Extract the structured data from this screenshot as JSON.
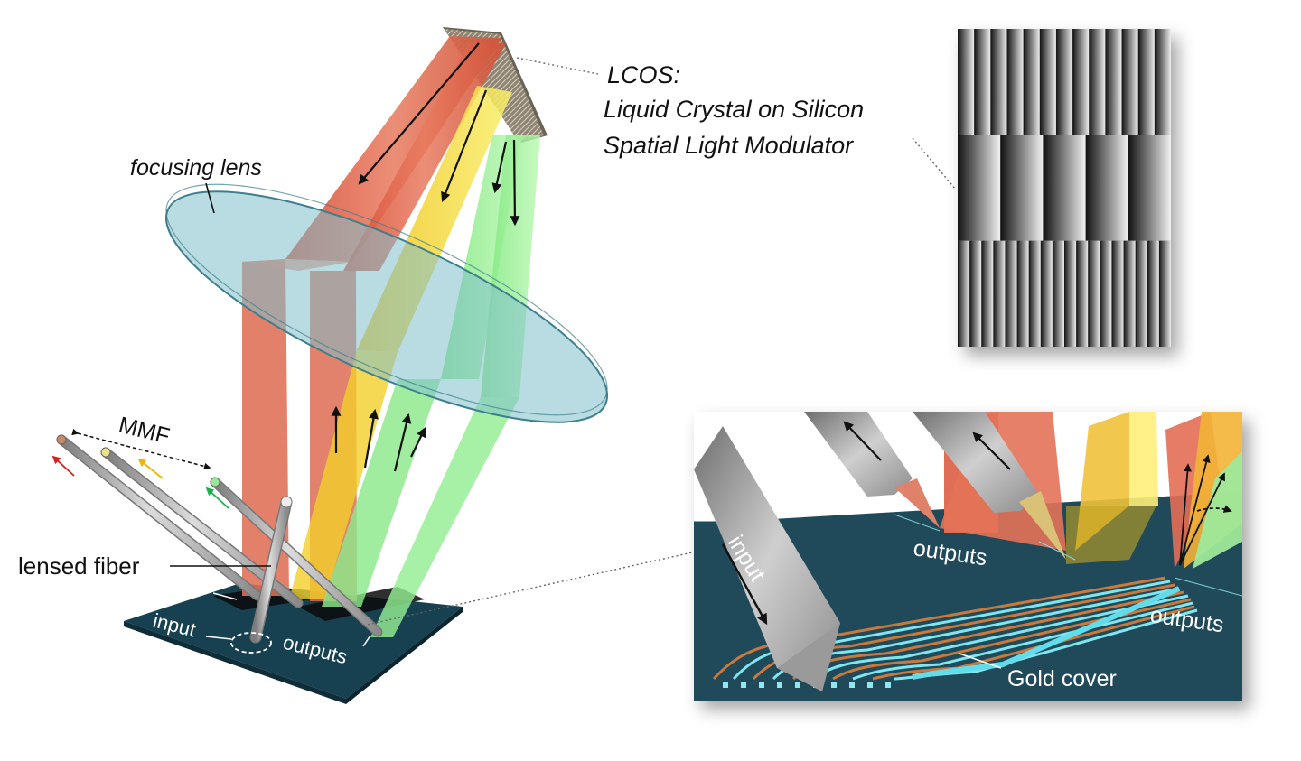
{
  "labels": {
    "lcos_title": "LCOS:",
    "lcos_line1": "Liquid Crystal on Silicon",
    "lcos_line2": "Spatial Light Modulator",
    "focusing_lens": "focusing lens",
    "mmf": "MMF",
    "lensed_fiber": "lensed fiber",
    "input": "input",
    "outputs": "outputs"
  },
  "inset": {
    "input": "input",
    "outputs_top": "outputs",
    "outputs_right": "outputs",
    "gold_cover": "Gold cover"
  },
  "colors": {
    "beam_red": "#e2664a",
    "beam_yellow": "#f2dc2c",
    "beam_green": "#8eef8e",
    "lens": "#7fc3cf",
    "chip": "#1f4a5c",
    "fiber": "#a9a9a9",
    "gold": "#c8793b",
    "waveguide": "#7fe6ef"
  },
  "slm_pattern": {
    "bands": [
      {
        "stripes": 13
      },
      {
        "stripes": 5
      },
      {
        "stripes": 18
      }
    ]
  }
}
